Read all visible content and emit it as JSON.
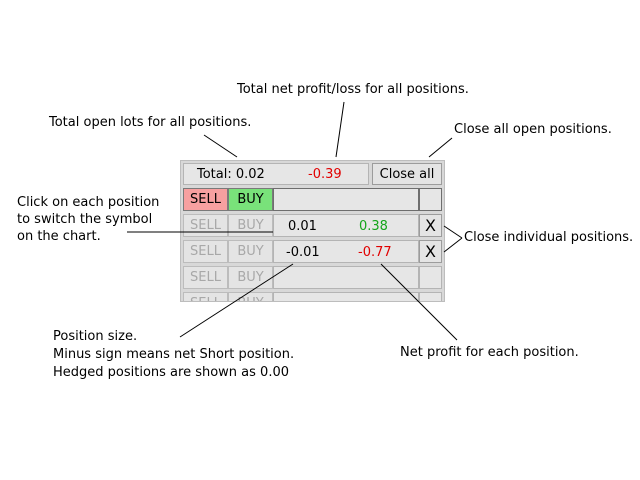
{
  "annotations": {
    "total_profit": "Total net profit/loss for all positions.",
    "total_lots": "Total open lots for all positions.",
    "close_all": "Close all open positions.",
    "click_position": "Click on each position\nto switch the symbol\non the chart.",
    "close_individual": "Close individual positions.",
    "position_size": "Position size.\nMinus sign means net Short position.\nHedged positions are shown as 0.00",
    "net_profit_each": "Net profit for each position."
  },
  "panel": {
    "total_label": "Total: 0.02",
    "total_profit": "-0.39",
    "close_all_label": "Close all",
    "sell_label": "SELL",
    "buy_label": "BUY",
    "close_icon_label": "X",
    "rows": [
      {
        "lots": "0.01",
        "profit": "0.38"
      },
      {
        "lots": "-0.01",
        "profit": "-0.77"
      }
    ]
  },
  "colors": {
    "loss": "#e10000",
    "profit": "#15a51b",
    "sell_active": "#f7a0a0",
    "buy_active": "#79e27a",
    "panel_bg": "#d8d8d8"
  }
}
